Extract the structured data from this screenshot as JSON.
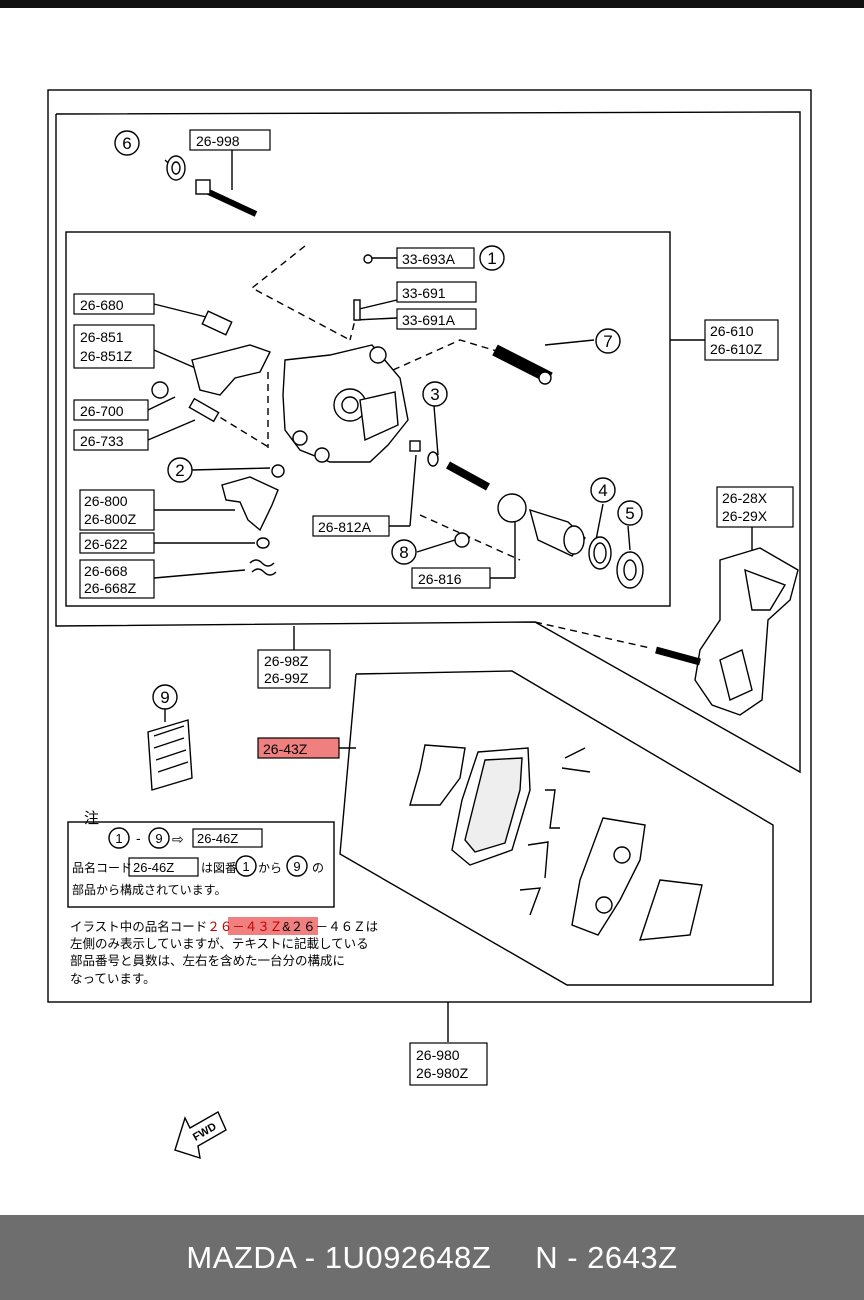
{
  "labels": {
    "l26998": "26-998",
    "l33693A": "33-693A",
    "l33691": "33-691",
    "l33691A": "33-691A",
    "l26680": "26-680",
    "l26851": "26-851",
    "l26851Z": "26-851Z",
    "l26700": "26-700",
    "l26733": "26-733",
    "l26800": "26-800",
    "l26800Z": "26-800Z",
    "l26622": "26-622",
    "l26668": "26-668",
    "l26668Z": "26-668Z",
    "l26812A": "26-812A",
    "l26816": "26-816",
    "l26610": "26-610",
    "l26610Z": "26-610Z",
    "l2628X": "26-28X",
    "l2629X": "26-29X",
    "l2698Z": "26-98Z",
    "l2699Z": "26-99Z",
    "l2643Z": "26-43Z",
    "l26980": "26-980",
    "l26980Z": "26-980Z"
  },
  "circled": {
    "c1": "1",
    "c2": "2",
    "c3": "3",
    "c4": "4",
    "c5": "5",
    "c6": "6",
    "c7": "7",
    "c8": "8",
    "c9": "9"
  },
  "note": {
    "title": "注",
    "c1": "1",
    "dash": "-",
    "c9": "9",
    "arrow": "⇨",
    "ref": "26-46Z",
    "line2a": "品名コード",
    "code": "26-46Z",
    "line2b": "は図番",
    "from": "1",
    "kara": "から",
    "to": "9",
    "no": "の",
    "line3": "部品から構成されています。"
  },
  "notice": {
    "line1a": "イラスト中の品名コード",
    "line1hl": "２６－４３Ｚ",
    "line1b": "&２６－４６Ｚは",
    "line2": "左側のみ表示していますが、テキストに記載している",
    "line3": "部品番号と員数は、左右を含めた一台分の構成に",
    "line4": "なっています。"
  },
  "fwd": "FWD",
  "highlight_color": "#f08080",
  "footer": {
    "left": "MAZDA - 1U092648Z",
    "right": "N - 2643Z"
  }
}
